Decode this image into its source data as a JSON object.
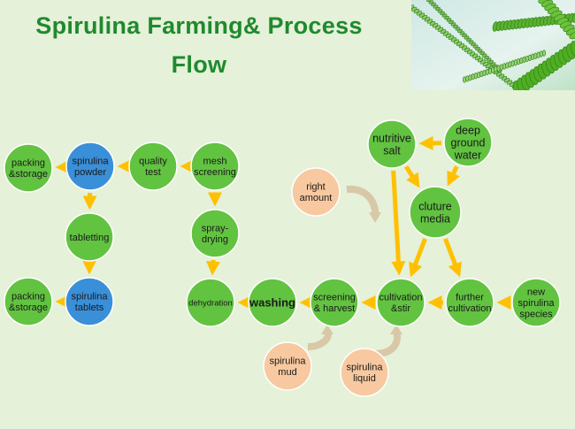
{
  "title_line1": "Spirulina Farming& Process",
  "title_line2": "Flow",
  "colors": {
    "background": "#e5f1d8",
    "title": "#1f8a2e",
    "green_node": "#62c341",
    "blue_node": "#3a8fd9",
    "peach_node": "#f8c9a0",
    "arrow": "#ffc000",
    "curved_arrow": "#d8c8a8"
  },
  "nodes": [
    {
      "id": "packing-storage-top",
      "lines": [
        "packing",
        "&storage"
      ],
      "color": "green"
    },
    {
      "id": "spirulina-powder",
      "lines": [
        "spirulina",
        "powder"
      ],
      "color": "blue"
    },
    {
      "id": "quality-test",
      "lines": [
        "quality",
        "test"
      ],
      "color": "green"
    },
    {
      "id": "mesh-screening",
      "lines": [
        "mesh",
        "screening"
      ],
      "color": "green"
    },
    {
      "id": "tabletting",
      "lines": [
        "tabletting"
      ],
      "color": "green"
    },
    {
      "id": "spray-drying",
      "lines": [
        "spray-",
        "drying"
      ],
      "color": "green"
    },
    {
      "id": "packing-storage-bottom",
      "lines": [
        "packing",
        "&storage"
      ],
      "color": "green"
    },
    {
      "id": "spirulina-tablets",
      "lines": [
        "spirulina",
        "tablets"
      ],
      "color": "blue"
    },
    {
      "id": "dehydration",
      "lines": [
        "dehydration"
      ],
      "color": "green"
    },
    {
      "id": "washing",
      "lines": [
        "washing"
      ],
      "color": "green"
    },
    {
      "id": "screening-harvest",
      "lines": [
        "screening",
        "& harvest"
      ],
      "color": "green"
    },
    {
      "id": "cultivation-stir",
      "lines": [
        "cultivation",
        "&stir"
      ],
      "color": "green"
    },
    {
      "id": "further-cultivation",
      "lines": [
        "further",
        "cultivation"
      ],
      "color": "green"
    },
    {
      "id": "new-spirulina-species",
      "lines": [
        "new",
        "spirulina",
        "species"
      ],
      "color": "green"
    },
    {
      "id": "nutritive-salt",
      "lines": [
        "nutritive",
        "salt"
      ],
      "color": "green"
    },
    {
      "id": "deep-ground-water",
      "lines": [
        "deep",
        "ground",
        "water"
      ],
      "color": "green"
    },
    {
      "id": "culture-media",
      "lines": [
        "cluture",
        "media"
      ],
      "color": "green"
    },
    {
      "id": "right-amount",
      "lines": [
        "right",
        "amount"
      ],
      "color": "peach"
    },
    {
      "id": "spirulina-mud",
      "lines": [
        "spirulina",
        "mud"
      ],
      "color": "peach"
    },
    {
      "id": "spirulina-liquid",
      "lines": [
        "spirulina",
        "liquid"
      ],
      "color": "peach"
    }
  ],
  "arrows": [
    {
      "from": "mesh-screening",
      "to": "quality-test"
    },
    {
      "from": "quality-test",
      "to": "spirulina-powder"
    },
    {
      "from": "spirulina-powder",
      "to": "packing-storage-top"
    },
    {
      "from": "spirulina-powder",
      "to": "tabletting"
    },
    {
      "from": "tabletting",
      "to": "spirulina-tablets"
    },
    {
      "from": "spirulina-tablets",
      "to": "packing-storage-bottom"
    },
    {
      "from": "mesh-screening",
      "to": "spray-drying"
    },
    {
      "from": "spray-drying",
      "to": "dehydration"
    },
    {
      "from": "washing",
      "to": "dehydration"
    },
    {
      "from": "screening-harvest",
      "to": "washing"
    },
    {
      "from": "cultivation-stir",
      "to": "screening-harvest"
    },
    {
      "from": "further-cultivation",
      "to": "cultivation-stir"
    },
    {
      "from": "new-spirulina-species",
      "to": "further-cultivation"
    },
    {
      "from": "deep-ground-water",
      "to": "nutritive-salt"
    },
    {
      "from": "nutritive-salt",
      "to": "culture-media"
    },
    {
      "from": "deep-ground-water",
      "to": "culture-media"
    },
    {
      "from": "nutritive-salt",
      "to": "cultivation-stir"
    },
    {
      "from": "culture-media",
      "to": "cultivation-stir"
    },
    {
      "from": "culture-media",
      "to": "further-cultivation"
    }
  ]
}
